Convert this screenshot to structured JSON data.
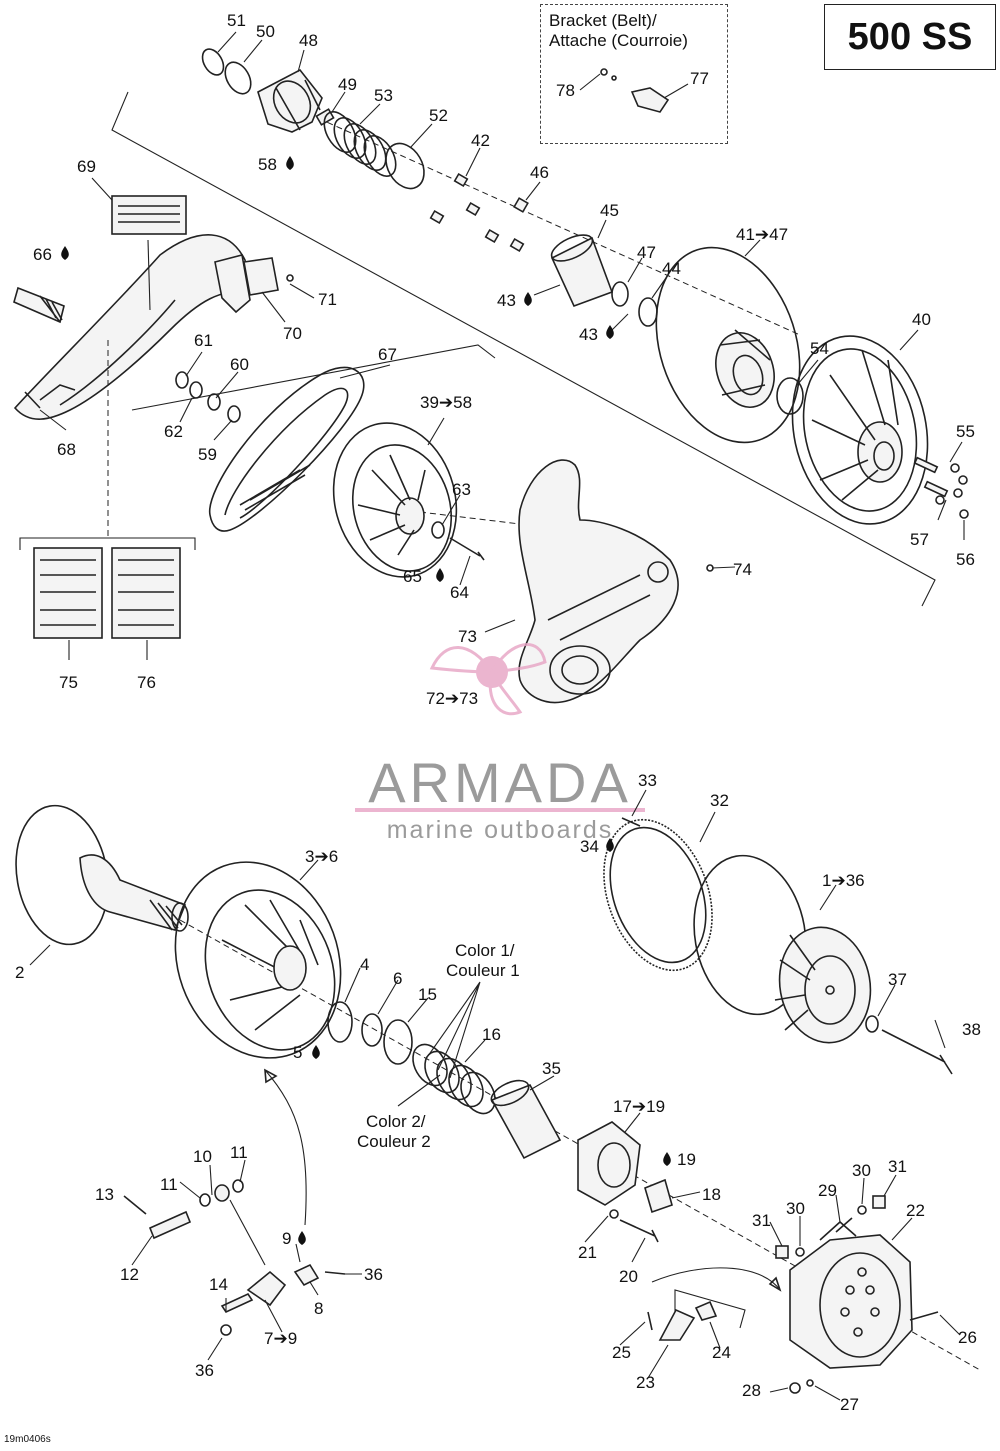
{
  "header": {
    "model": "500 SS"
  },
  "inset": {
    "line1": "Bracket (Belt)/",
    "line2": "Attache (Courroie)"
  },
  "drawing_code": "19m0406s",
  "watermark": {
    "brand": "ARMADA",
    "tagline": "marine outboards",
    "brand_color": "#e7a3c4",
    "text_color": "#8a8a8a"
  },
  "callouts": {
    "c51": "51",
    "c50": "50",
    "c48": "48",
    "c49": "49",
    "c53": "53",
    "c52": "52",
    "c58": "58",
    "c42": "42",
    "c46": "46",
    "c45": "45",
    "c47": "47",
    "c44": "44",
    "c43a": "43",
    "c43b": "43",
    "c41_47": "41➔47",
    "c78": "78",
    "c77": "77",
    "c69": "69",
    "c66": "66",
    "c71": "71",
    "c70": "70",
    "c68": "68",
    "c61": "61",
    "c60": "60",
    "c62": "62",
    "c59": "59",
    "c67": "67",
    "c39_58": "39➔58",
    "c40": "40",
    "c54": "54",
    "c55": "55",
    "c57": "57",
    "c56": "56",
    "c63": "63",
    "c65": "65",
    "c64": "64",
    "c74": "74",
    "c73": "73",
    "c72_73": "72➔73",
    "c75": "75",
    "c76": "76",
    "c33": "33",
    "c32": "32",
    "c34": "34",
    "c1_36": "1➔36",
    "c2": "2",
    "c3_6": "3➔6",
    "c4": "4",
    "c6": "6",
    "c15": "15",
    "c5": "5",
    "c16": "16",
    "c35": "35",
    "c37": "37",
    "c38": "38",
    "color1a": "Color 1/",
    "color1b": "Couleur 1",
    "color2a": "Color 2/",
    "color2b": "Couleur 2",
    "c17_19": "17➔19",
    "c19": "19",
    "c18": "18",
    "c21": "21",
    "c20": "20",
    "c10": "10",
    "c11a": "11",
    "c11b": "11",
    "c13": "13",
    "c12": "12",
    "c9": "9",
    "c36a": "36",
    "c8": "8",
    "c14": "14",
    "c7_9": "7➔9",
    "c36b": "36",
    "c30a": "30",
    "c31a": "31",
    "c29": "29",
    "c30b": "30",
    "c31b": "31",
    "c22": "22",
    "c25": "25",
    "c24": "24",
    "c23": "23",
    "c26": "26",
    "c28": "28",
    "c27": "27"
  },
  "icons": {
    "lubricant": "oil-drop-icon",
    "range_arrow": "arrow-right-icon"
  }
}
